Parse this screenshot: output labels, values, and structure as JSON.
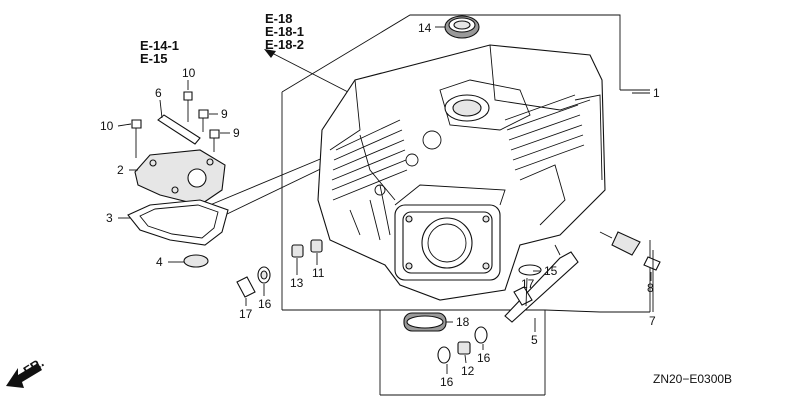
{
  "refs": {
    "r1": "E-18",
    "r2": "E-18-1",
    "r3": "E-18-2",
    "r4": "E-14-1",
    "r5": "E-15"
  },
  "callouts": {
    "p1": "1",
    "p2": "2",
    "p3": "3",
    "p4": "4",
    "p5": "5",
    "p6": "6",
    "p7": "7",
    "p8": "8",
    "p9a": "9",
    "p9b": "9",
    "p10a": "10",
    "p10b": "10",
    "p11": "11",
    "p12": "12",
    "p13": "13",
    "p14": "14",
    "p15": "15",
    "p16a": "16",
    "p16b": "16",
    "p16c": "16",
    "p17a": "17",
    "p17b": "17",
    "p18": "18"
  },
  "direction_label": "FR.",
  "diagram_code": "ZN20−E0300B"
}
